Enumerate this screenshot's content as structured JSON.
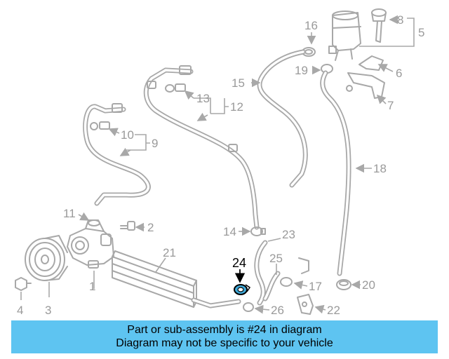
{
  "callouts": {
    "c1": "1",
    "c2": "2",
    "c3": "3",
    "c4": "4",
    "c5": "5",
    "c6": "6",
    "c7": "7",
    "c8": "8",
    "c9": "9",
    "c10": "10",
    "c11": "11",
    "c12": "12",
    "c13": "13",
    "c14": "14",
    "c15": "15",
    "c16": "16",
    "c17": "17",
    "c18": "18",
    "c19": "19",
    "c20": "20",
    "c21": "21",
    "c22": "22",
    "c23": "23",
    "c24": "24",
    "c25": "25",
    "c26": "26"
  },
  "highlight": {
    "part_number": "24",
    "color": "#3fa9d8"
  },
  "banner": {
    "line1": "Part or sub-assembly is #24 in diagram",
    "line2": "Diagram may not be specific to your vehicle",
    "background": "#5ec4f1"
  }
}
